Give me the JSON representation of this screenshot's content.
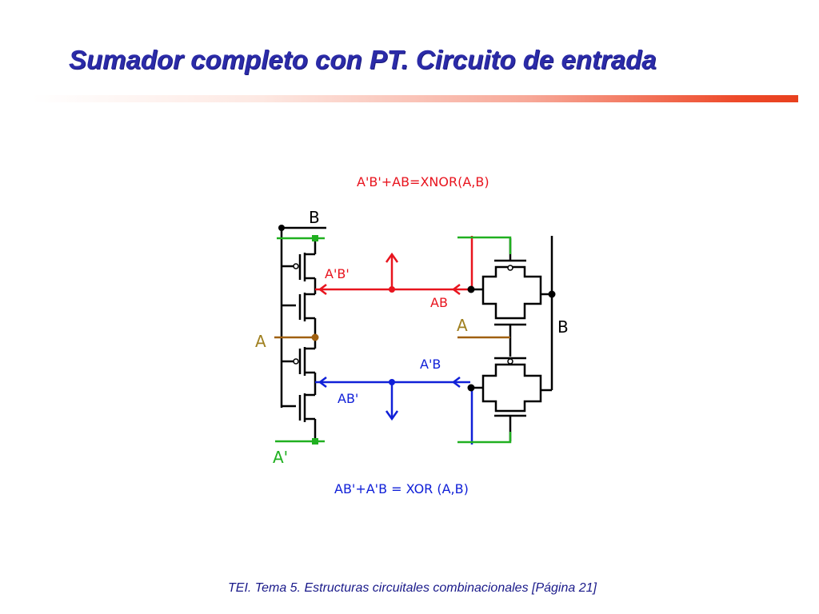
{
  "slide": {
    "title": "Sumador completo con PT. Circuito de entrada",
    "footer": "TEI. Tema 5. Estructuras circuitales combinacionales [Página 21]"
  },
  "diagram": {
    "equation_top": "A'B'+AB=XNOR(A,B)",
    "equation_bottom": "AB'+A'B = XOR (A,B)",
    "labels": {
      "b_top": "B",
      "a_left": "A",
      "a_prime_bottom": "A'",
      "a_prime_b_prime": "A'B'",
      "ab": "AB",
      "a_mid": "A",
      "b_right": "B",
      "a_prime_b": "A'B",
      "ab_prime": "AB'"
    },
    "colors": {
      "xnor": "#e8141e",
      "xor": "#1020d8",
      "input_a": "#a06010",
      "supply": "#20b020",
      "wire": "#000000"
    }
  }
}
